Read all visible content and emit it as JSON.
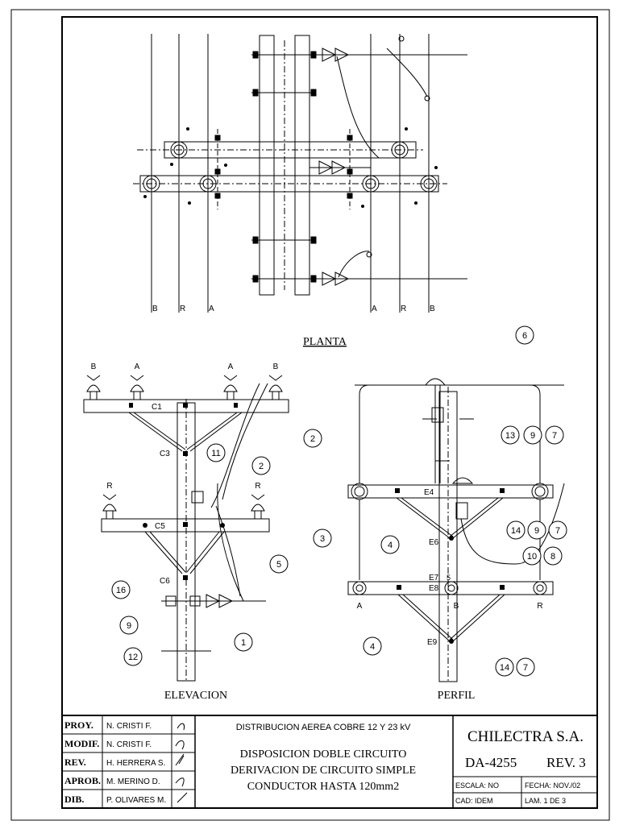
{
  "views": {
    "planta": "PLANTA",
    "elevacion": "ELEVACION",
    "perfil": "PERFIL"
  },
  "phase_labels": {
    "left": [
      "B",
      "R",
      "A"
    ],
    "right": [
      "A",
      "R",
      "B"
    ],
    "elev_top": [
      "B",
      "A",
      "A",
      "B"
    ],
    "elev_mid": [
      "R",
      "R"
    ],
    "perfil_bottom": [
      "A",
      "B",
      "R"
    ]
  },
  "parts": {
    "c1": "C1",
    "c3": "C3",
    "c5": "C5",
    "c6": "C6",
    "e4": "E4",
    "e6": "E6",
    "e7": "E7",
    "e5": "5",
    "e8": "E8",
    "e9": "E9"
  },
  "callouts": [
    "6",
    "2",
    "13",
    "9",
    "7",
    "3",
    "4",
    "14",
    "9",
    "7",
    "10",
    "8",
    "4",
    "14",
    "7",
    "11",
    "2",
    "5",
    "16",
    "9",
    "12",
    "1"
  ],
  "title_block": {
    "roles": [
      {
        "role": "PROY.",
        "name": "N. CRISTI F."
      },
      {
        "role": "MODIF.",
        "name": "N. CRISTI F."
      },
      {
        "role": "REV.",
        "name": "H. HERRERA S."
      },
      {
        "role": "APROB.",
        "name": "M. MERINO D."
      },
      {
        "role": "DIB.",
        "name": "P. OLIVARES M."
      }
    ],
    "subtitle": "DISTRIBUCION AEREA COBRE 12 Y 23 kV",
    "title_lines": [
      "DISPOSICION DOBLE CIRCUITO",
      "DERIVACION DE CIRCUITO SIMPLE",
      "CONDUCTOR HASTA 120mm2"
    ],
    "company": "CHILECTRA S.A.",
    "drawing_no": "DA-4255",
    "revision": "REV. 3",
    "escala": "ESCALA:   NO",
    "fecha": "FECHA: NOV./02",
    "cad": "CAD:  IDEM",
    "lamina": "LAM.  1  DE  3"
  },
  "colors": {
    "ink": "#000000",
    "paper": "#ffffff"
  }
}
